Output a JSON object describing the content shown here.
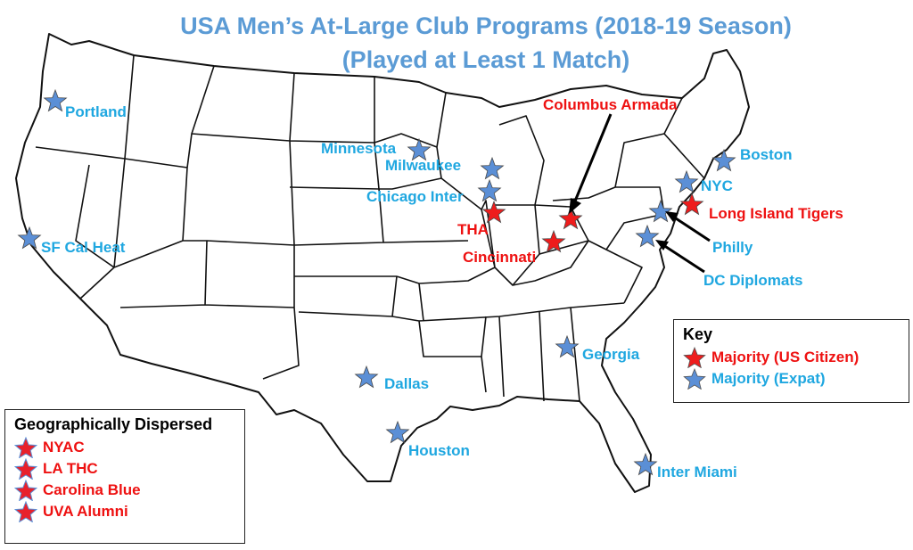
{
  "title": {
    "line1": "USA Men’s At-Large Club Programs (2018-19 Season)",
    "line2": "(Played at Least 1 Match)"
  },
  "colors": {
    "title": "#5b9bd5",
    "expat_label": "#1fa7e0",
    "expat_star": "#5b8fd6",
    "citizen_label": "#ee1111",
    "citizen_star": "#ee1c1c",
    "dispersed_star": "#e8212b",
    "map_line": "#111111"
  },
  "clubs": [
    {
      "id": "portland",
      "name": "Portland",
      "group": "expat"
    },
    {
      "id": "minnesota",
      "name": "Minnesota",
      "group": "expat"
    },
    {
      "id": "milwaukee",
      "name": "Milwaukee",
      "group": "expat"
    },
    {
      "id": "chicago-inter",
      "name": "Chicago Inter",
      "group": "expat"
    },
    {
      "id": "sf-cal-heat",
      "name": "SF Cal Heat",
      "group": "expat"
    },
    {
      "id": "dallas",
      "name": "Dallas",
      "group": "expat"
    },
    {
      "id": "houston",
      "name": "Houston",
      "group": "expat"
    },
    {
      "id": "georgia",
      "name": "Georgia",
      "group": "expat"
    },
    {
      "id": "inter-miami",
      "name": "Inter Miami",
      "group": "expat"
    },
    {
      "id": "boston",
      "name": "Boston",
      "group": "expat"
    },
    {
      "id": "nyc",
      "name": "NYC",
      "group": "expat"
    },
    {
      "id": "philly",
      "name": "Philly",
      "group": "expat"
    },
    {
      "id": "dc-diplomats",
      "name": "DC Diplomats",
      "group": "expat"
    },
    {
      "id": "columbus-armada",
      "name": "Columbus Armada",
      "group": "citizen"
    },
    {
      "id": "tha",
      "name": "THA",
      "group": "citizen"
    },
    {
      "id": "cincinnati",
      "name": "Cincinnati",
      "group": "citizen"
    },
    {
      "id": "long-island-tigers",
      "name": "Long Island Tigers",
      "group": "citizen"
    }
  ],
  "key": {
    "title": "Key",
    "items": [
      {
        "label": "Majority (US Citizen)",
        "group": "citizen"
      },
      {
        "label": "Majority (Expat)",
        "group": "expat"
      }
    ]
  },
  "dispersed": {
    "title": "Geographically Dispersed",
    "items": [
      "NYAC",
      "LA THC",
      "Carolina Blue",
      "UVA Alumni"
    ]
  }
}
